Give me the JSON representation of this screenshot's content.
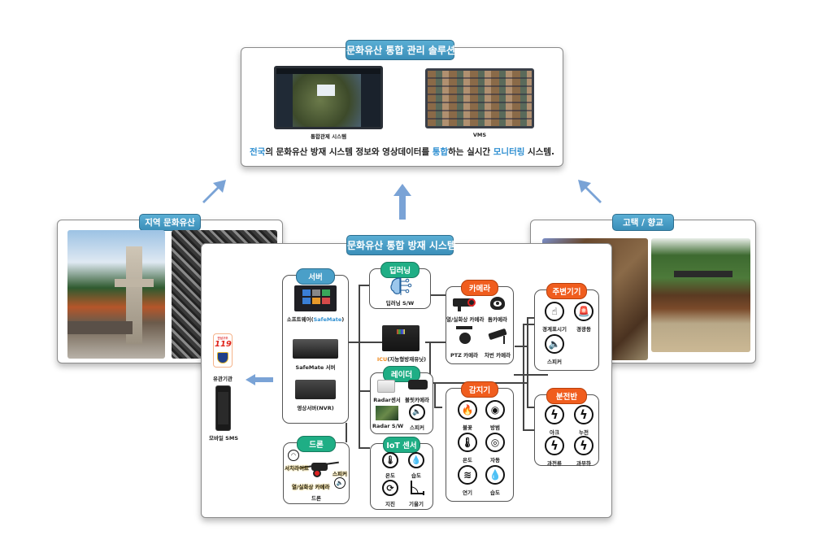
{
  "top_panel": {
    "title": "문화유산 통합 관리 솔루션",
    "screens": [
      {
        "label": "통합관제 시스템"
      },
      {
        "label": "VMS"
      }
    ],
    "description": {
      "part1": "전국",
      "part2": "의 문화유산 방재 시스템 정보와 영상데이터를 ",
      "part3": "통합",
      "part4": "하는 실시간 ",
      "part5": "모니터링",
      "part6": " 시스템."
    }
  },
  "left_panel": {
    "title": "지역 문화유산"
  },
  "right_panel": {
    "title": "고택 / 향교"
  },
  "main_panel": {
    "title": "문화유산 통합 방재 시스템",
    "agencies": {
      "label": "유관기관",
      "badge_119": "119",
      "badge_top": "안심구조"
    },
    "mobile": {
      "label": "모바일 SMS"
    },
    "server": {
      "title": "서버",
      "items": [
        {
          "label_prefix": "소프트웨어(",
          "label_brand": "SafeMate",
          "label_suffix": ")"
        },
        {
          "label": "SafeMate 서버"
        },
        {
          "label": "영상서버(NVR)"
        }
      ]
    },
    "drone": {
      "title": "드론",
      "label": "드론",
      "callouts": [
        "서치라이트",
        "스피커",
        "열/실화상 카메라"
      ]
    },
    "deeplearning": {
      "title": "딥러닝",
      "label": "딥러닝 S/W"
    },
    "icu": {
      "label_prefix": "ICU",
      "label_suffix": "(지능형방재유닛)"
    },
    "radar": {
      "title": "레이더",
      "items": [
        {
          "label": "Radar센서"
        },
        {
          "label": "볼릿카메라"
        },
        {
          "label": "Radar S/W"
        },
        {
          "label": "스피커"
        }
      ]
    },
    "iot": {
      "title": "IoT 센서",
      "items": [
        {
          "label": "온도",
          "icon": "thermometer-icon"
        },
        {
          "label": "습도",
          "icon": "droplet-icon"
        },
        {
          "label": "지진",
          "icon": "earthquake-icon"
        },
        {
          "label": "기울기",
          "icon": "tilt-icon"
        }
      ]
    },
    "camera": {
      "title": "카메라",
      "items": [
        {
          "label": "열/실화상 카메라"
        },
        {
          "label": "돔카메라"
        },
        {
          "label": "PTZ 카메라"
        },
        {
          "label": "차번 카메라"
        }
      ]
    },
    "detector": {
      "title": "감지기",
      "items": [
        {
          "label": "불꽃",
          "glyph": "🔥"
        },
        {
          "label": "방범",
          "glyph": "◉"
        },
        {
          "label": "온도",
          "glyph": "🌡"
        },
        {
          "label": "자동",
          "glyph": "◎"
        },
        {
          "label": "연기",
          "glyph": "≋"
        },
        {
          "label": "습도",
          "glyph": "💧"
        }
      ]
    },
    "peripheral": {
      "title": "주변기기",
      "items": [
        {
          "label": "경계표시기",
          "glyph": "☝"
        },
        {
          "label": "경광등",
          "glyph": "🚨"
        },
        {
          "label": "스피커",
          "glyph": "🔈"
        }
      ]
    },
    "panelboard": {
      "title": "분전반",
      "items": [
        {
          "label": "아크",
          "glyph": "ϟ"
        },
        {
          "label": "누전",
          "glyph": "ϟ"
        },
        {
          "label": "과전류",
          "glyph": "ϟ"
        },
        {
          "label": "과부하",
          "glyph": "ϟ"
        }
      ]
    }
  },
  "colors": {
    "tab_blue": "#4a9fc8",
    "pill_green": "#1fae85",
    "pill_orange": "#f05d1e",
    "arrow_blue": "#7aa3d6",
    "highlight_blue": "#2f8fd1"
  }
}
